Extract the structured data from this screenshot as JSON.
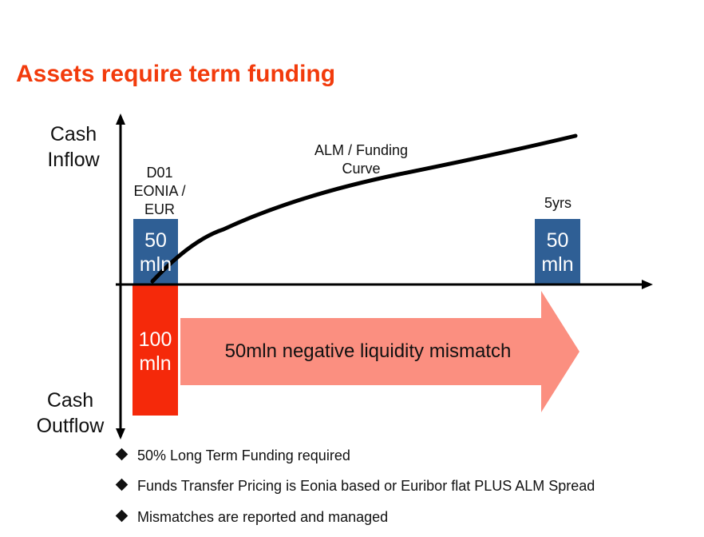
{
  "title": "Assets require term funding",
  "axis_labels": {
    "inflow": [
      "Cash",
      "Inflow"
    ],
    "outflow": [
      "Cash",
      "Outflow"
    ]
  },
  "left_column": {
    "header": [
      "D01",
      "EONIA /",
      "EUR"
    ],
    "inflow_box": [
      "50",
      "mln"
    ],
    "outflow_box": [
      "100",
      "mln"
    ]
  },
  "right_column": {
    "header": "5yrs",
    "inflow_box": [
      "50",
      "mln"
    ]
  },
  "curve_label": [
    "ALM / Funding",
    "Curve"
  ],
  "mismatch_label": "50mln negative liquidity mismatch",
  "bullets": [
    "50% Long Term Funding required",
    "Funds Transfer Pricing is Eonia based or Euribor flat PLUS ALM Spread",
    "Mismatches are reported and managed"
  ],
  "colors": {
    "title": "#f23b0c",
    "inflow_box": "#2f5f95",
    "outflow_box": "#f5290a",
    "mismatch_arrow": "#fb8f80",
    "axis": "#000000"
  }
}
